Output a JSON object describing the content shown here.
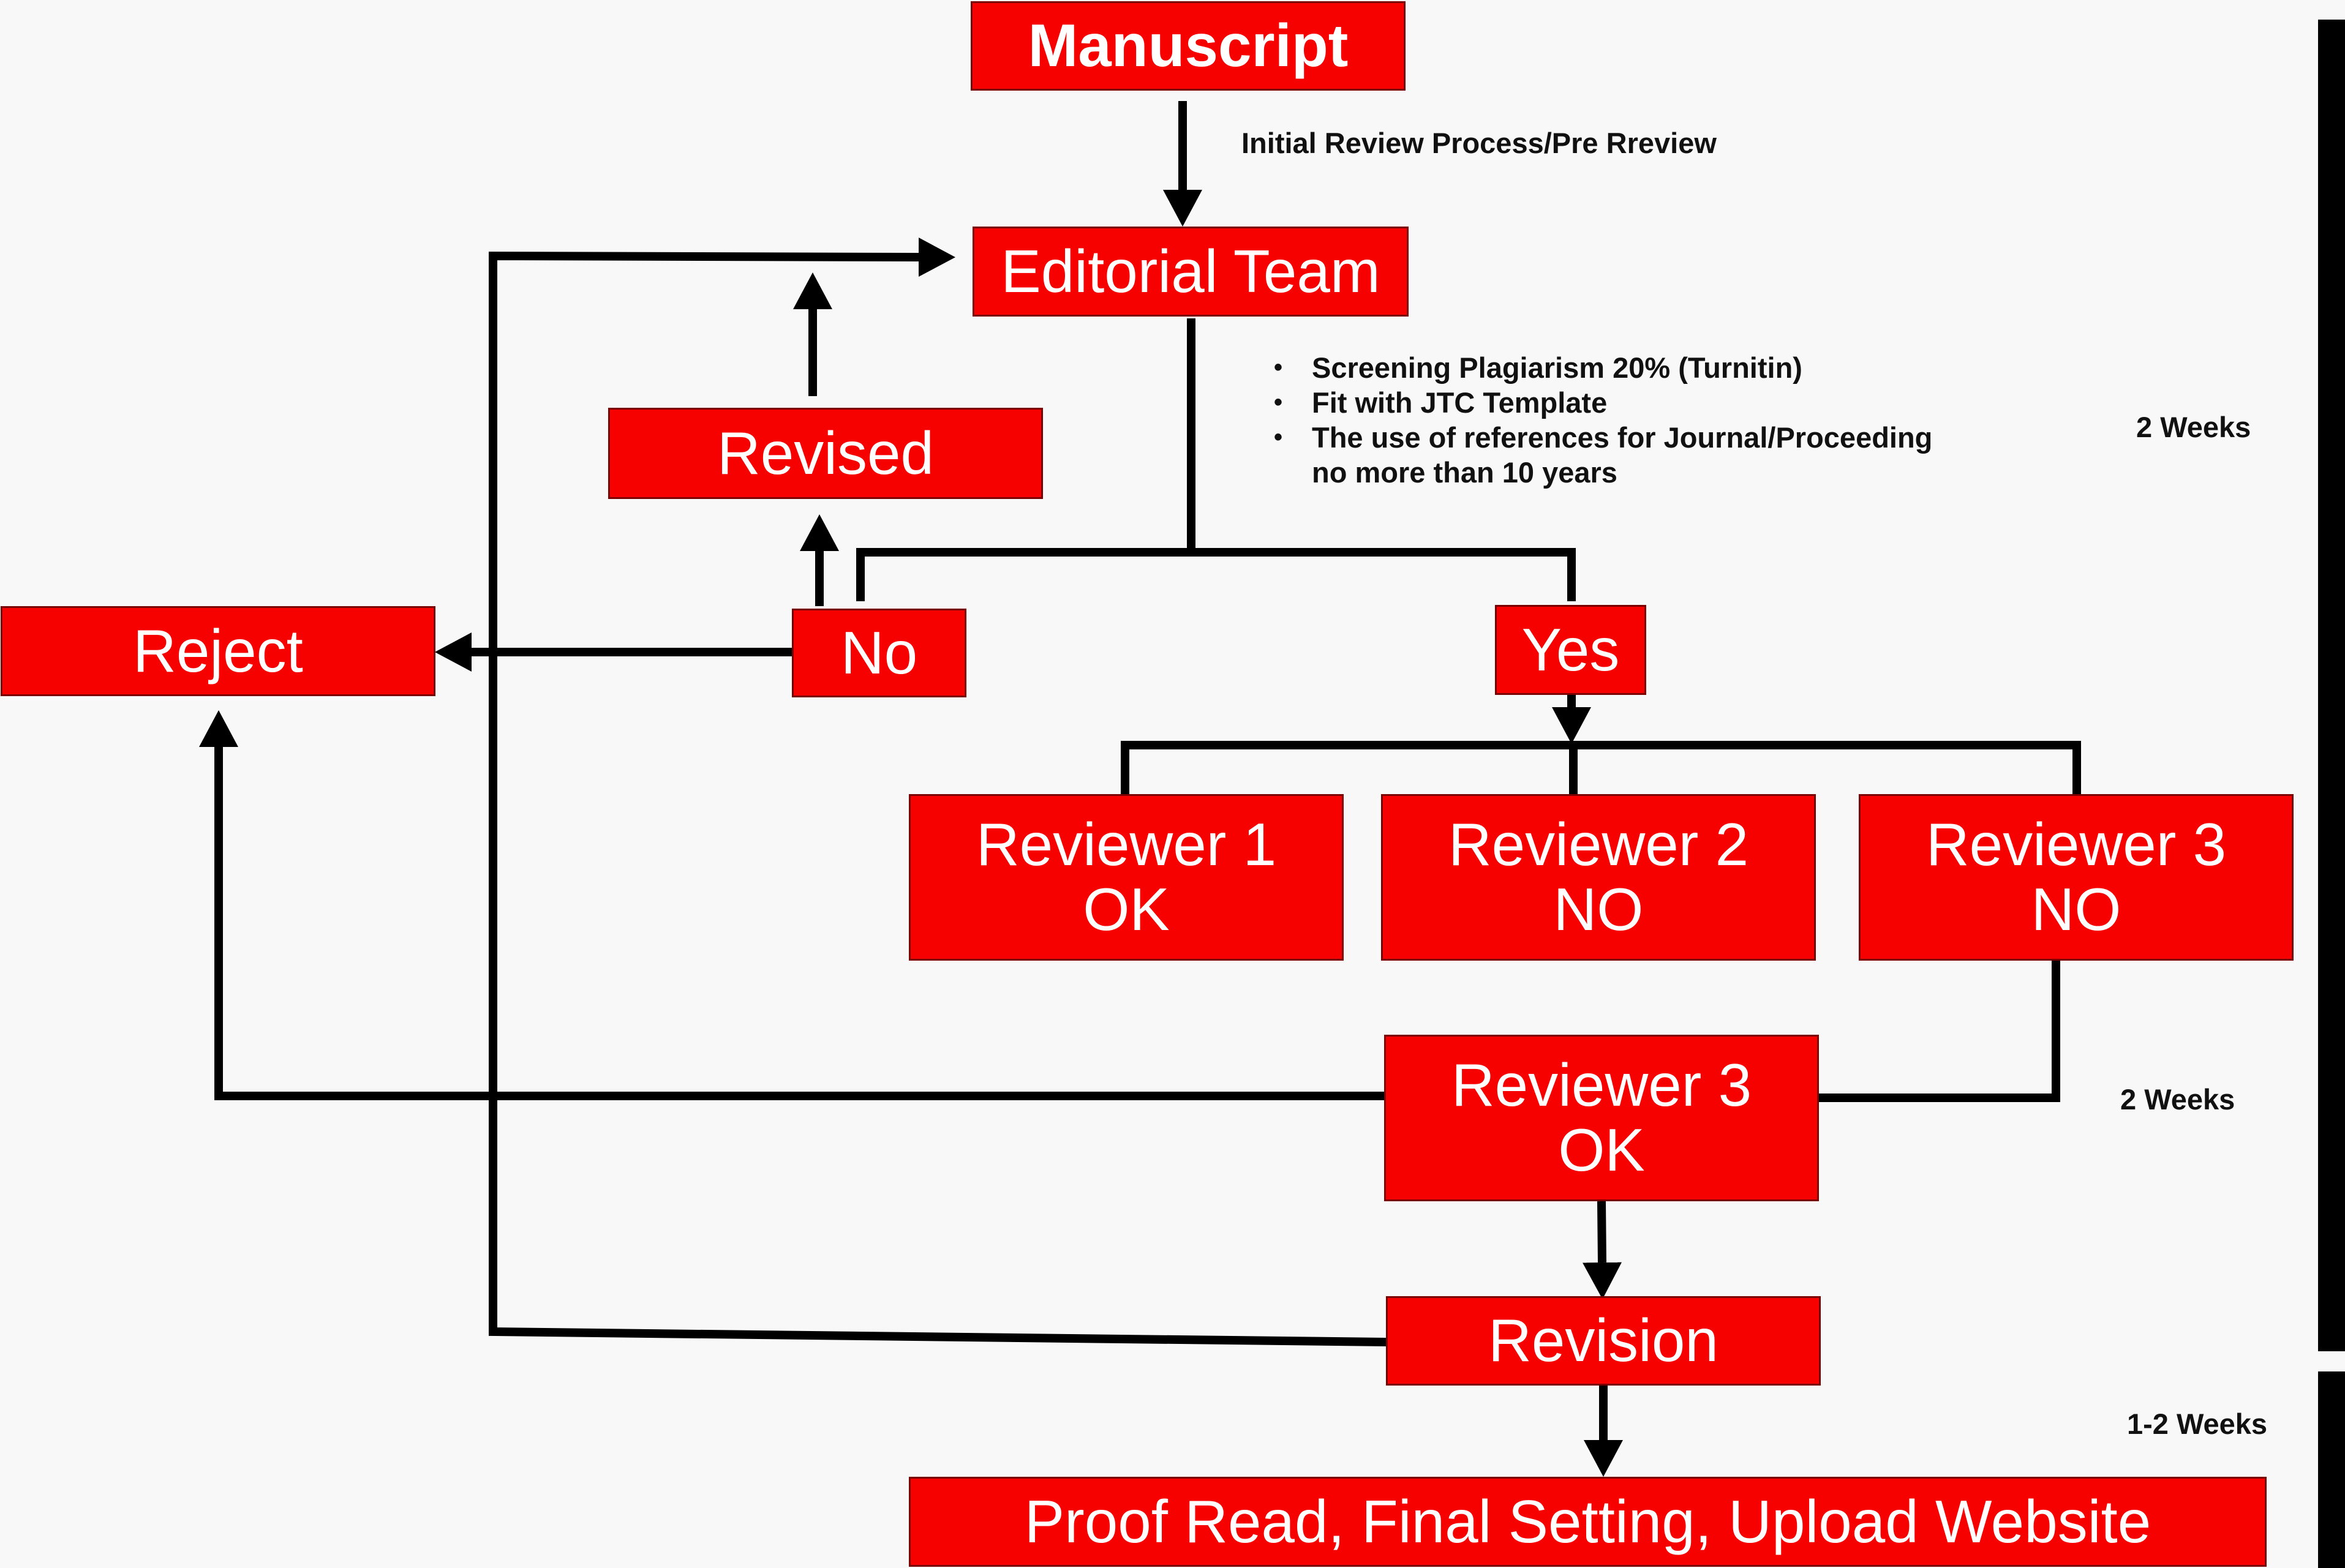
{
  "nodes": {
    "manuscript": "Manuscript",
    "editorial_team": "Editorial Team",
    "revised": "Revised",
    "reject": "Reject",
    "no": "No",
    "yes": "Yes",
    "reviewer1": [
      "Reviewer 1",
      "OK"
    ],
    "reviewer2": [
      "Reviewer 2",
      "NO"
    ],
    "reviewer3": [
      "Reviewer 3",
      "NO"
    ],
    "reviewer3b": [
      "Reviewer 3",
      "OK"
    ],
    "revision": "Revision",
    "final": "Proof Read, Final Setting, Upload Website"
  },
  "annotations": {
    "initial_review": "Initial Review Process/Pre Rreview",
    "criteria": [
      "Screening Plagiarism 20% (Turnitin)",
      "Fit with JTC Template",
      "The use of references for Journal/Proceeding",
      "no more than 10 years"
    ]
  },
  "timeline": {
    "labels": [
      "2 Weeks",
      "2 Weeks",
      "1-2 Weeks"
    ]
  },
  "colors": {
    "box_fill": "#f70000",
    "box_text": "#ffffff",
    "line": "#000000",
    "background": "#f8f8f8"
  }
}
